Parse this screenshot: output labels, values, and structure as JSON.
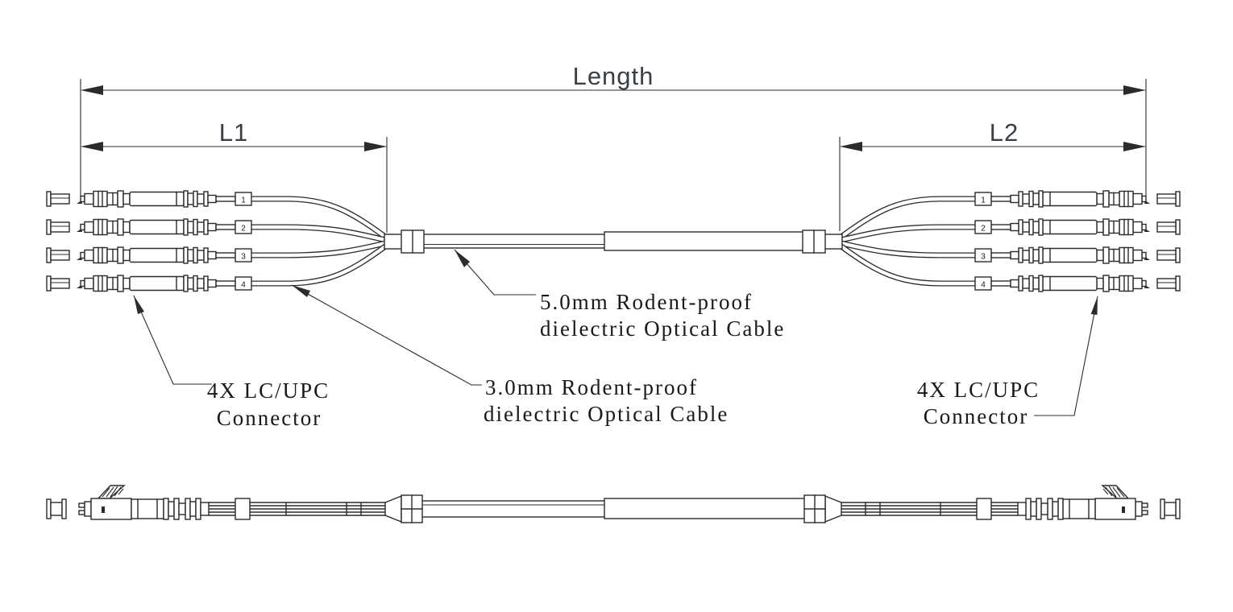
{
  "diagram": {
    "dimensions": {
      "overall": "Length",
      "left_breakout": "L1",
      "right_breakout": "L2"
    },
    "callouts": {
      "trunk_cable_line1": "5.0mm Rodent-proof",
      "trunk_cable_line2": "dielectric Optical Cable",
      "breakout_cable_line1": "3.0mm Rodent-proof",
      "breakout_cable_line2": "dielectric Optical Cable",
      "left_connector_line1": "4X LC/UPC",
      "left_connector_line2": "Connector",
      "right_connector_line1": "4X LC/UPC",
      "right_connector_line2": "Connector"
    },
    "fiber_numbers": [
      "1",
      "2",
      "3",
      "4"
    ],
    "colors": {
      "line": "#2b2b2b",
      "dimension_text": "#3a3f47",
      "background": "#ffffff"
    }
  }
}
